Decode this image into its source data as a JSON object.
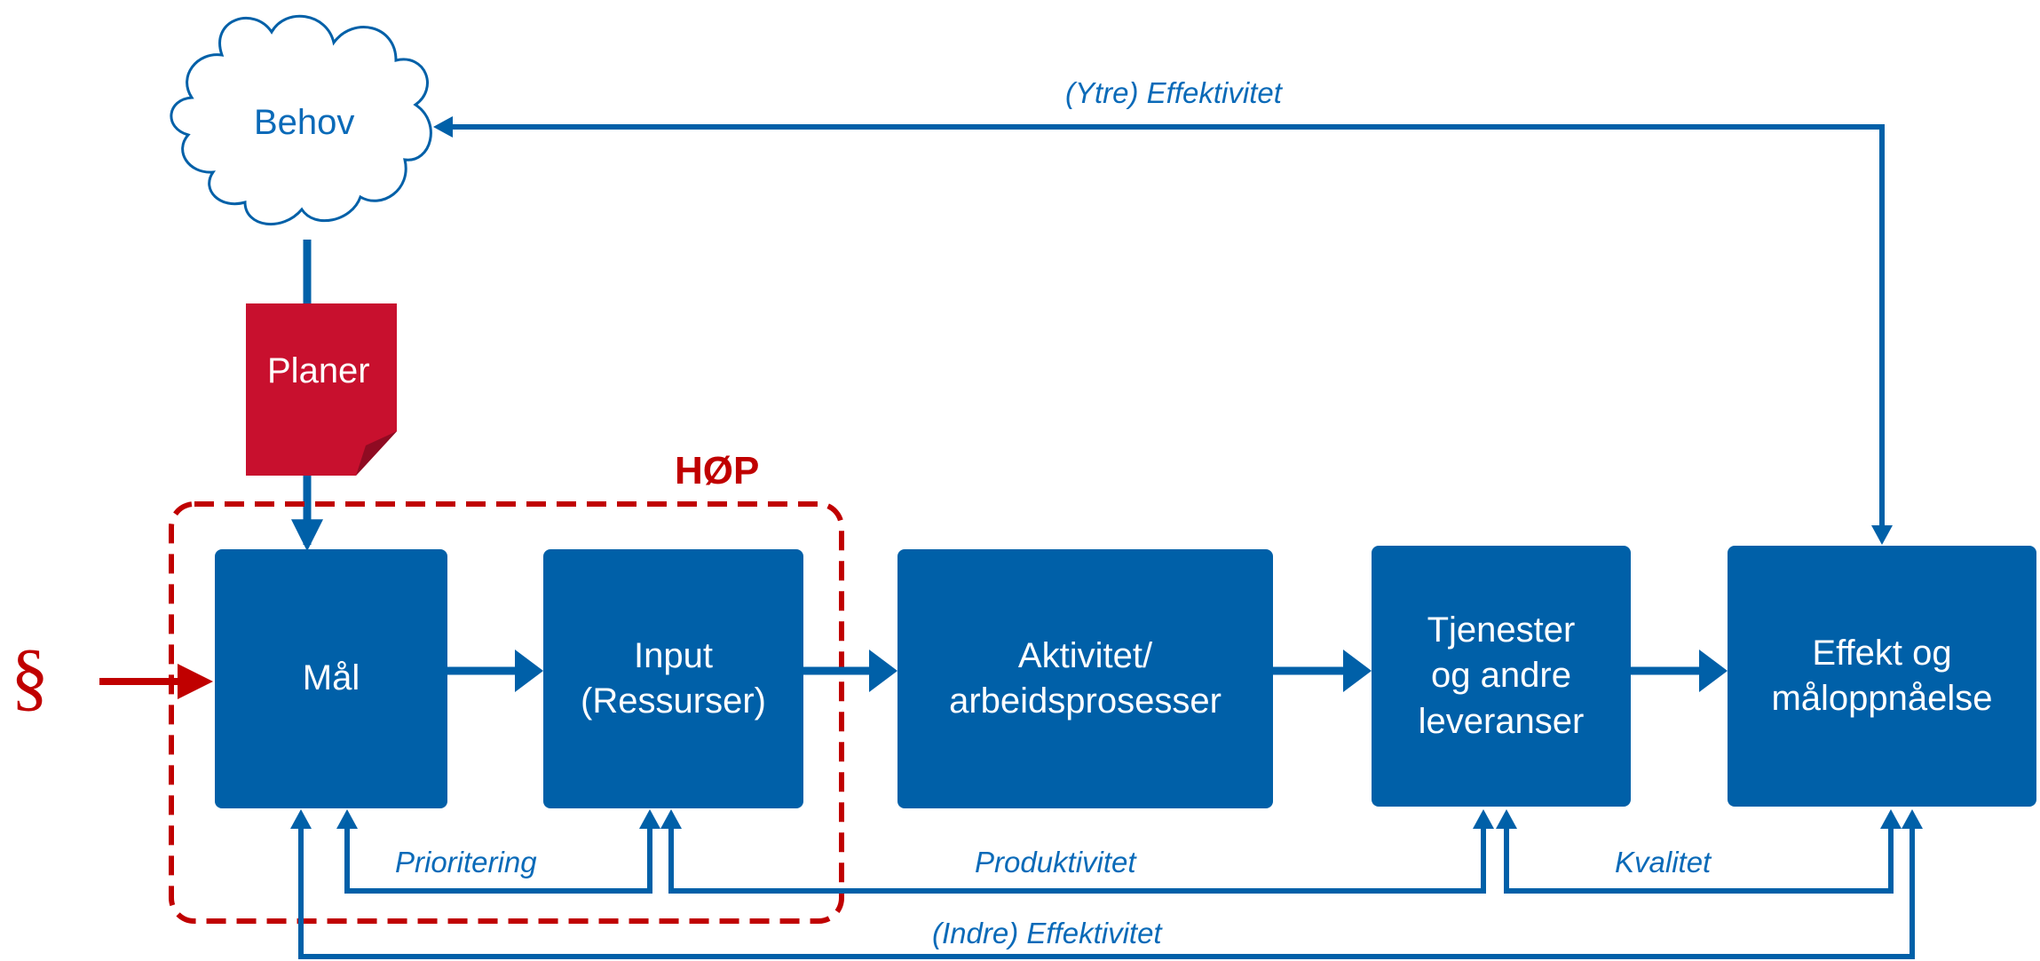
{
  "cloud": {
    "label": "Behov"
  },
  "document": {
    "label": "Planer"
  },
  "group": {
    "label": "HØP"
  },
  "law_symbol": "§",
  "boxes": {
    "mal": "Mål",
    "input": "Input\n(Ressurser)",
    "aktivitet": "Aktivitet/\narbeidsprosesser",
    "tjenester": "Tjenester\nog andre\nleveranser",
    "effekt": "Effekt og\nmåloppnåelse"
  },
  "feedback_labels": {
    "ytre": "(Ytre) Effektivitet",
    "prioritering": "Prioritering",
    "produktivitet": "Produktivitet",
    "kvalitet": "Kvalitet",
    "indre": "(Indre) Effektivitet"
  },
  "colors": {
    "primary_blue": "#0060a8",
    "label_blue": "#0a6ab8",
    "red": "#c8102e",
    "dark_red": "#c00000"
  }
}
